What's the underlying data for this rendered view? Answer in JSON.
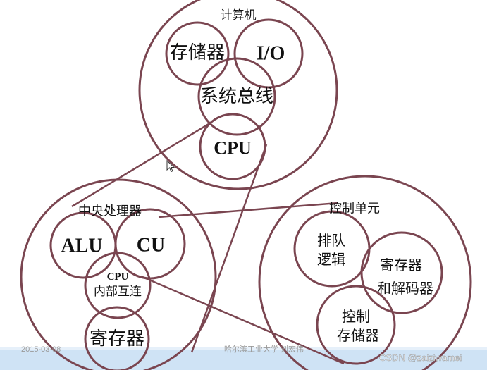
{
  "computer": {
    "title": "计算机",
    "memory": "存储器",
    "io": "I/O",
    "bus": "系统总线",
    "cpu": "CPU"
  },
  "cpu_unit": {
    "title": "中央处理器",
    "alu": "ALU",
    "cu": "CU",
    "interconnect_line1": "CPU",
    "interconnect_line2": "内部互连",
    "registers": "寄存器"
  },
  "control_unit": {
    "title": "控制单元",
    "queue_line1": "排队",
    "queue_line2": "逻辑",
    "regdec_line1": "寄存器",
    "regdec_line2": "和解码器",
    "ctrlmem_line1": "控制",
    "ctrlmem_line2": "存储器"
  },
  "footer": {
    "date": "2015-03-08",
    "institution": "哈尔滨工业大学 刘宏伟",
    "watermark": "CSDN @zaiziwamei"
  },
  "colors": {
    "outline": "#7a4550",
    "background": "#ffffff",
    "footer_band": "#cfe3f5"
  }
}
